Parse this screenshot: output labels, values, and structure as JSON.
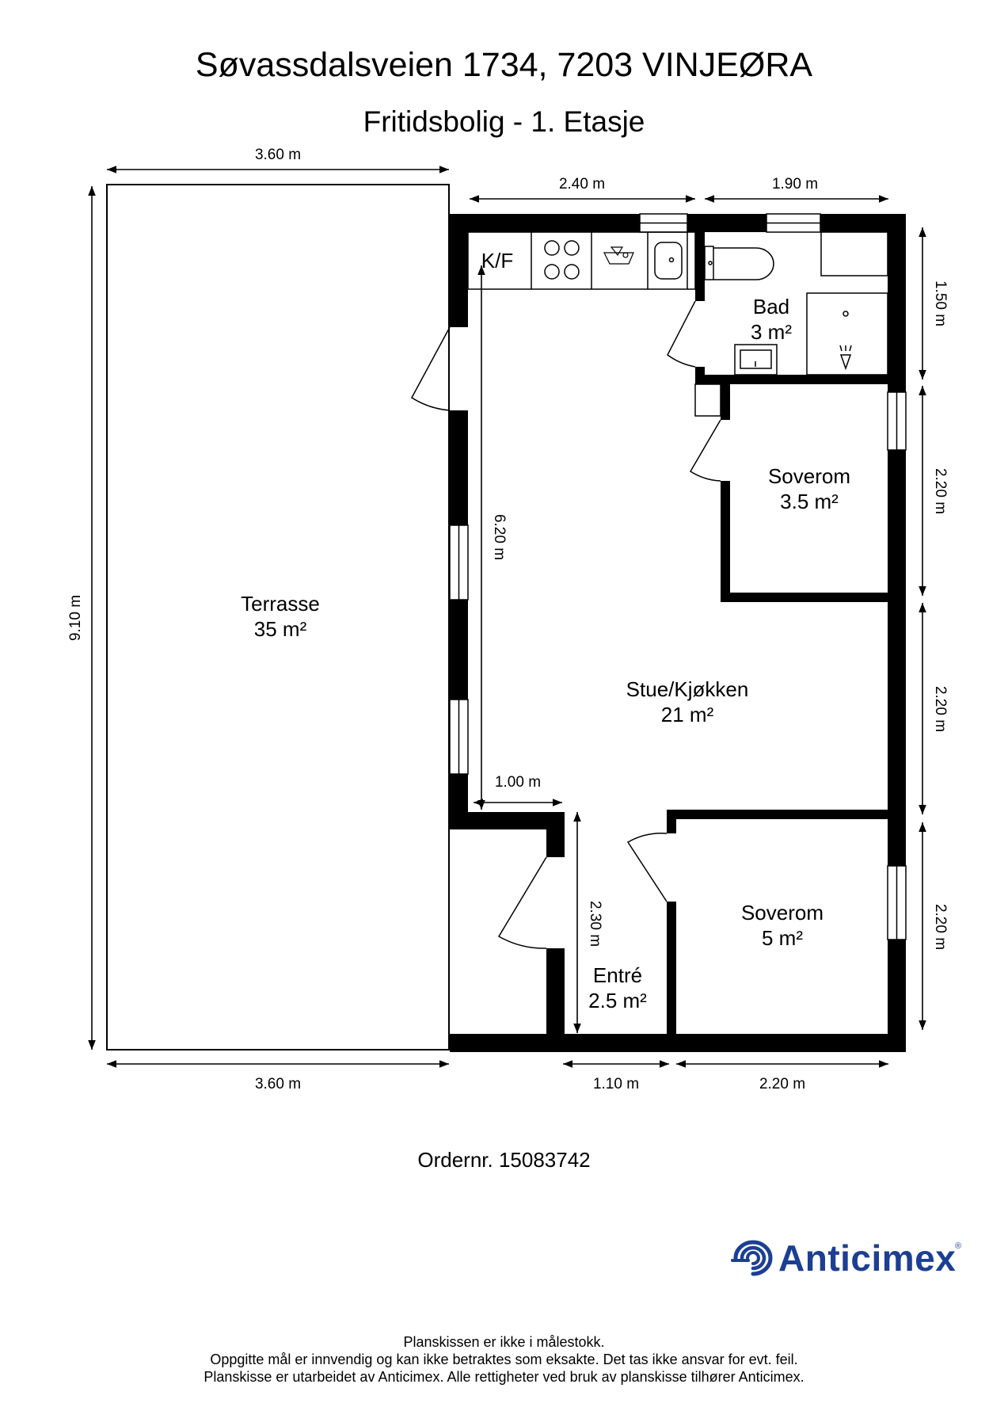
{
  "header": {
    "address": "Søvassdalsveien 1734, 7203 VINJEØRA",
    "floor_title": "Fritidsbolig - 1. Etasje"
  },
  "dimensions": {
    "terrace_top": "3.60 m",
    "kitchen_width": "2.40 m",
    "bath_width": "1.90 m",
    "bath_depth": "1.50 m",
    "bedroom1_depth": "2.20 m",
    "middle_right": "2.20 m",
    "bedroom2_depth": "2.20 m",
    "terrace_height": "9.10 m",
    "living_height": "6.20 m",
    "entry_offset": "1.00 m",
    "entry_depth": "2.30 m",
    "terrace_bottom": "3.60 m",
    "entry_width": "1.10 m",
    "bedroom2_width": "2.20 m"
  },
  "rooms": {
    "terrace": {
      "name": "Terrasse",
      "area": "35 m²"
    },
    "living": {
      "name": "Stue/Kjøkken",
      "area": "21 m²"
    },
    "bath": {
      "name": "Bad",
      "area": "3 m²"
    },
    "bedroom1": {
      "name": "Soverom",
      "area": "3.5 m²"
    },
    "bedroom2": {
      "name": "Soverom",
      "area": "5 m²"
    },
    "entry": {
      "name": "Entré",
      "area": "2.5 m²"
    },
    "fridge_label": "K/F"
  },
  "order": "Ordernr. 15083742",
  "brand": {
    "name": "Anticimex",
    "reg": "®",
    "color": "#1d3f93"
  },
  "footer": {
    "line1": "Planskissen er ikke i målestokk.",
    "line2": "Oppgitte mål er innvendig og kan ikke betraktes som eksakte. Det tas ikke ansvar for evt. feil.",
    "line3": "Planskisse er utarbeidet av Anticimex. Alle rettigheter ved bruk av planskisse tilhører Anticimex."
  },
  "icons": [
    "arrow-head-icon",
    "stove-icon",
    "sink-icon",
    "toilet-icon",
    "shower-icon",
    "anticimex-logo-icon"
  ]
}
